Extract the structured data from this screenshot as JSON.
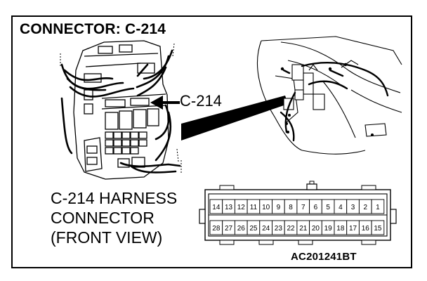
{
  "title": "CONNECTOR: C-214",
  "callout_label": "C-214",
  "caption": {
    "line1": "C-214 HARNESS",
    "line2": "CONNECTOR",
    "line3": "(FRONT VIEW)"
  },
  "diagram_code": "AC201241BT",
  "pins": {
    "top_row": [
      "14",
      "13",
      "12",
      "11",
      "10",
      "9",
      "8",
      "7",
      "6",
      "5",
      "4",
      "3",
      "2",
      "1"
    ],
    "bottom_row": [
      "28",
      "27",
      "26",
      "25",
      "24",
      "23",
      "22",
      "21",
      "20",
      "19",
      "18",
      "17",
      "16",
      "15"
    ]
  }
}
